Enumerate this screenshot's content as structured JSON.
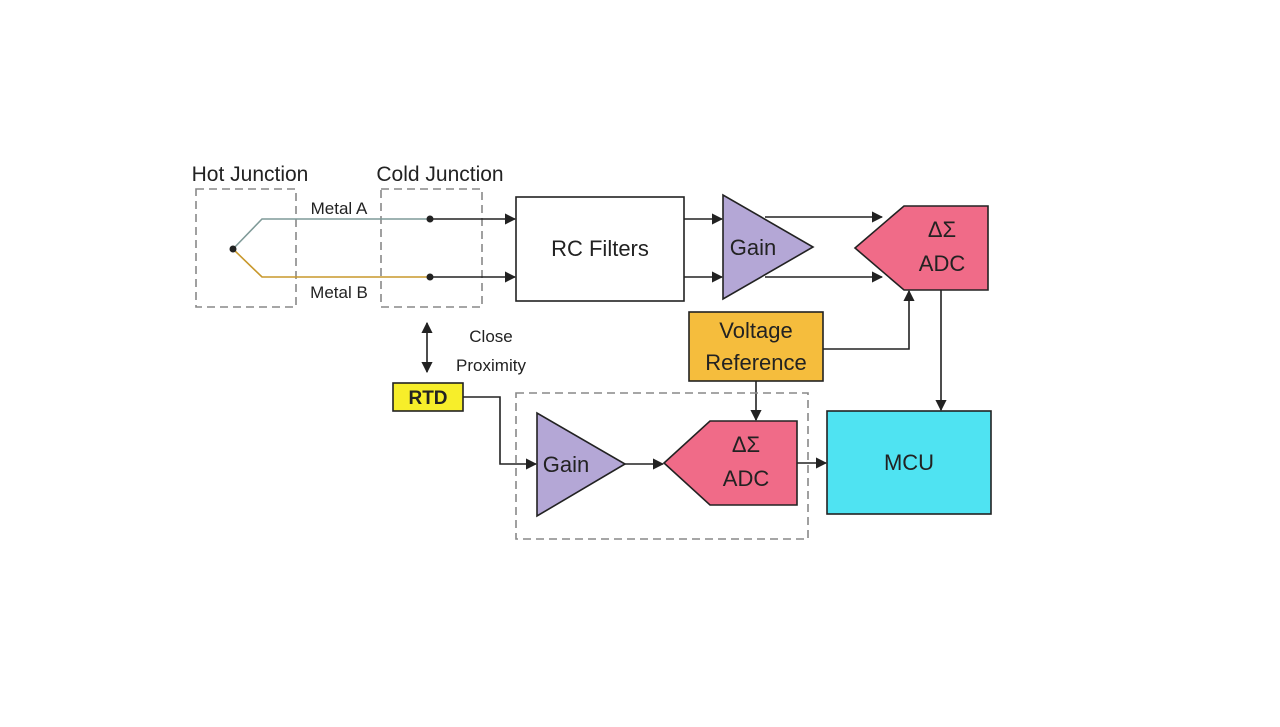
{
  "labels": {
    "hot_junction": "Hot Junction",
    "cold_junction": "Cold Junction",
    "metal_a": "Metal A",
    "metal_b": "Metal B",
    "rc_filters": "RC Filters",
    "gain_top": "Gain",
    "adc_top_line1": "ΔΣ",
    "adc_top_line2": "ADC",
    "voltage_reference_line1": "Voltage",
    "voltage_reference_line2": "Reference",
    "close_line1": "Close",
    "close_line2": "Proximity",
    "rtd": "RTD",
    "gain_bottom": "Gain",
    "adc_bottom_line1": "ΔΣ",
    "adc_bottom_line2": "ADC",
    "mcu": "MCU"
  },
  "colors": {
    "gain": "#b4a7d6",
    "adc": "#f06b88",
    "voltage_reference": "#f5bd3d",
    "rtd": "#f7ee2a",
    "mcu": "#4fe3f2",
    "metal_a_wire": "#7f9a98",
    "metal_b_wire": "#c8982c",
    "line": "#222222",
    "dashed": "#888888"
  }
}
